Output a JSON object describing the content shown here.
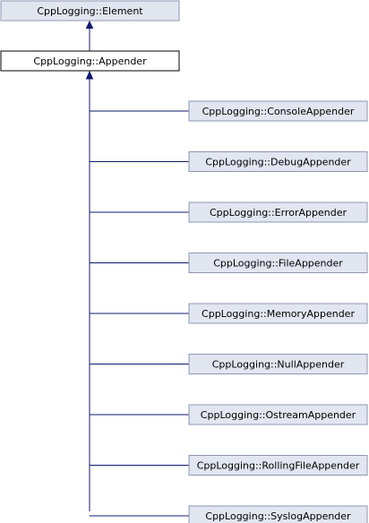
{
  "diagram": {
    "root": {
      "label": "CppLogging::Element"
    },
    "current": {
      "label": "CppLogging::Appender"
    },
    "children": [
      {
        "label": "CppLogging::ConsoleAppender"
      },
      {
        "label": "CppLogging::DebugAppender"
      },
      {
        "label": "CppLogging::ErrorAppender"
      },
      {
        "label": "CppLogging::FileAppender"
      },
      {
        "label": "CppLogging::MemoryAppender"
      },
      {
        "label": "CppLogging::NullAppender"
      },
      {
        "label": "CppLogging::OstreamAppender"
      },
      {
        "label": "CppLogging::RollingFileAppender"
      },
      {
        "label": "CppLogging::SyslogAppender"
      }
    ],
    "colors": {
      "box_fill": "#e2e6f1",
      "box_stroke": "#8e97b3",
      "current_fill": "#ffffff",
      "current_stroke": "#000000",
      "edge": "#0f1a6f"
    }
  }
}
